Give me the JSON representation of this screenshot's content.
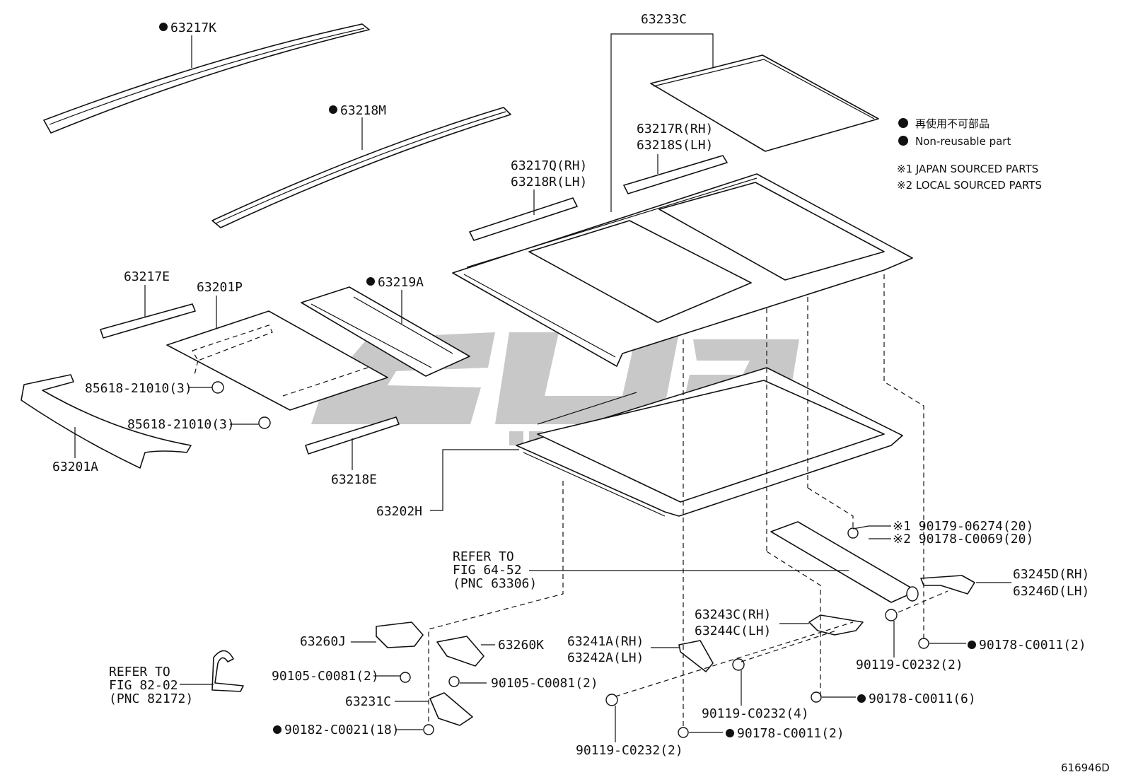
{
  "legend": {
    "non_reusable_jp": "再使用不可部品",
    "non_reusable_en": "Non-reusable part",
    "note1": "※1 JAPAN SOURCED PARTS",
    "note2": "※2 LOCAL SOURCED PARTS"
  },
  "figure_id": "616946D",
  "parts": {
    "p63217K": "63217K",
    "p63218M": "63218M",
    "p63233C": "63233C",
    "p63217R": "63217R(RH)",
    "p63218S": "63218S(LH)",
    "p63217Q": "63217Q(RH)",
    "p63218R": "63218R(LH)",
    "p63217E": "63217E",
    "p63201P": "63201P",
    "p63219A": "63219A",
    "p85618a": "85618-21010(3)",
    "p85618b": "85618-21010(3)",
    "p63201A": "63201A",
    "p63218E": "63218E",
    "p63202H": "63202H",
    "p90179": "※1 90179-06274(20)",
    "p90178_c0069": "※2 90178-C0069(20)",
    "p63245D": "63245D(RH)",
    "p63246D": "63246D(LH)",
    "p63243C": "63243C(RH)",
    "p63244C": "63244C(LH)",
    "p63241A": "63241A(RH)",
    "p63242A": "63242A(LH)",
    "p63260J": "63260J",
    "p63260K": "63260K",
    "p90105a": "90105-C0081(2)",
    "p90105b": "90105-C0081(2)",
    "p63231C": "63231C",
    "p90182": "90182-C0021(18)",
    "p90119a": "90119-C0232(2)",
    "p90119b": "90119-C0232(4)",
    "p90119c": "90119-C0232(2)",
    "p90178a": "90178-C0011(2)",
    "p90178b": "90178-C0011(6)",
    "p90178c": "90178-C0011(2)"
  },
  "refer1": {
    "line1": "REFER TO",
    "line2": "FIG 64-52",
    "line3": "(PNC 63306)"
  },
  "refer2": {
    "line1": "REFER TO",
    "line2": "FIG 82-02",
    "line3": "(PNC 82172)"
  }
}
